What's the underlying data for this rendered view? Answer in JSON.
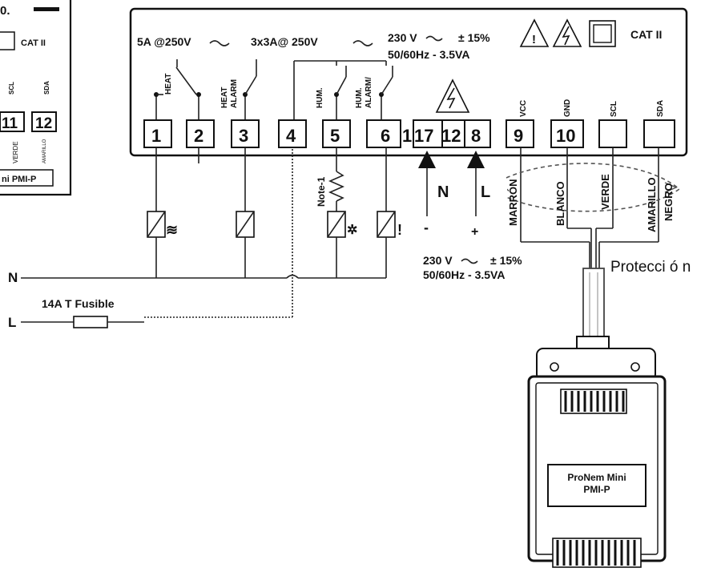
{
  "left_module": {
    "partial_title": "0.",
    "cat": "CAT II",
    "pin_labels": [
      "SCL",
      "SDA"
    ],
    "terminals": [
      "11",
      "12"
    ],
    "wire_labels": [
      "VERDE",
      "AMARILLO"
    ],
    "name": "ni PMI-P"
  },
  "controller": {
    "rating_relay": "5A @250V",
    "rating_relays": "3x3A@ 250V",
    "supply_line1": "230 V",
    "supply_tol": "± 15%",
    "supply_line2": "50/60Hz - 3.5VA",
    "cat": "CAT II",
    "relay_labels": {
      "heat": "HEAT",
      "heat_alarm_1": "HEAT",
      "heat_alarm_2": "ALARM",
      "hum": "HUM.",
      "hum_alarm_1": "HUM.",
      "hum_alarm_2": "ALARM/"
    },
    "pin_labels": [
      "VCC",
      "GND",
      "SCL",
      "SDA"
    ],
    "terminals": [
      "1",
      "2",
      "3",
      "4",
      "5",
      "6",
      "1",
      "17",
      "12",
      "8",
      "9",
      "10"
    ]
  },
  "power": {
    "n_label": "N",
    "l_label": "L",
    "minus": "-",
    "plus": "+",
    "supply_line1": "230 V",
    "supply_tol": "± 15%",
    "supply_line2": "50/60Hz - 3.5VA"
  },
  "wiring": {
    "line_n": "N",
    "line_l": "L",
    "fuse_label": "14A T Fusible",
    "note": "Note-1"
  },
  "sensor_wires": [
    "MARRÓN",
    "BLANCO",
    "VERDE",
    "AMARILLO",
    "NEGRO"
  ],
  "protection_label": "Protecci ó n",
  "sensor": {
    "name_line1": "ProNem Mini",
    "name_line2": "PMI-P"
  }
}
